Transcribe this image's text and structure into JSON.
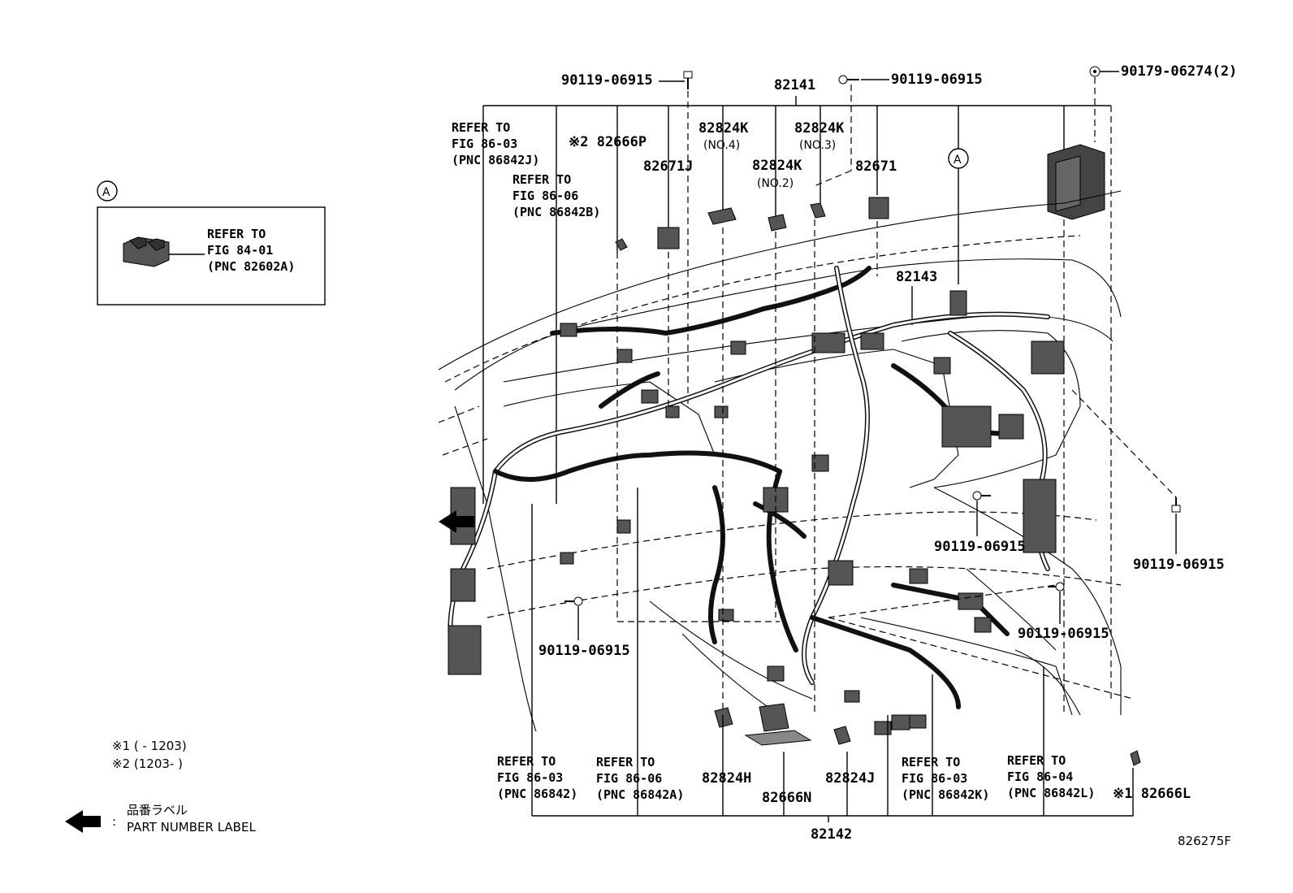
{
  "inset": {
    "circle_label": "A",
    "refer": [
      "REFER TO",
      "FIG 84-01",
      "(PNC 82602A)"
    ]
  },
  "top_labels": {
    "bolt_left": "90119-06915",
    "assy_top": "82141",
    "bolt_mid": "90119-06915",
    "clip_right": "90179-06274(2)",
    "refer_8603j": [
      "REFER TO",
      "FIG 86-03",
      "(PNC 86842J)"
    ],
    "p82666p": "※2 82666P",
    "p82824k_4": "82824K",
    "no4": "(NO.4)",
    "p82824k_3": "82824K",
    "no3": "(NO.3)",
    "refer_8606b": [
      "REFER TO",
      "FIG 86-06",
      "(PNC 86842B)"
    ],
    "p82671j": "82671J",
    "p82824k_2": "82824K",
    "no2": "(NO.2)",
    "p82671": "82671",
    "circle_a": "A",
    "p82143": "82143"
  },
  "side_labels": {
    "bolt_r1": "90119-06915",
    "bolt_r2": "90119-06915",
    "bolt_r3": "90119-06915",
    "bolt_l": "90119-06915"
  },
  "bottom_labels": {
    "refer_8603": [
      "REFER TO",
      "FIG 86-03",
      "(PNC 86842)"
    ],
    "refer_8606a": [
      "REFER TO",
      "FIG 86-06",
      "(PNC 86842A)"
    ],
    "p82824h": "82824H",
    "p82666n": "82666N",
    "p82824j": "82824J",
    "refer_8603k": [
      "REFER TO",
      "FIG 86-03",
      "(PNC 86842K)"
    ],
    "refer_8604l": [
      "REFER TO",
      "FIG 86-04",
      "(PNC 86842L)"
    ],
    "p82666l": "※1 82666L",
    "assy_bottom": "82142"
  },
  "notes": {
    "note1": "※1 (     - 1203)",
    "note2": "※2 (1203-      )",
    "legend_jp": "品番ラベル",
    "legend_en": "PART NUMBER LABEL",
    "legend_colon": ":",
    "figure_id": "826275F"
  }
}
